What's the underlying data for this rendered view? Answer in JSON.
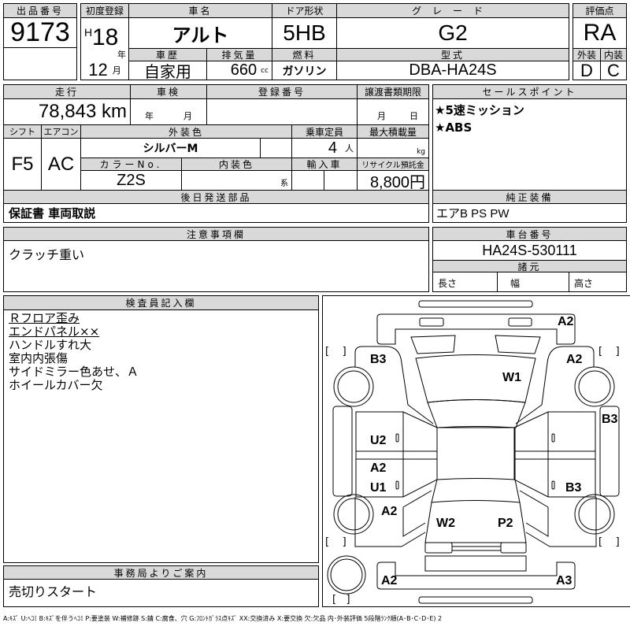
{
  "lot": {
    "header": "出品番号",
    "value": "9173"
  },
  "first_reg": {
    "header": "初度登録",
    "era": "H",
    "year": "18",
    "year_unit": "年",
    "month": "12",
    "month_unit": "月"
  },
  "car_name": {
    "header": "車名",
    "value": "アルト"
  },
  "door": {
    "header": "ドア形状",
    "value": "5HB"
  },
  "grade": {
    "header": "グレード",
    "value": "G2"
  },
  "history": {
    "header": "車歴",
    "value": "自家用"
  },
  "displacement": {
    "header": "排気量",
    "value": "660",
    "unit": "cc"
  },
  "fuel": {
    "header": "燃料",
    "value": "ガソリン"
  },
  "model": {
    "header": "型式",
    "value": "DBA-HA24S"
  },
  "score": {
    "header": "評価点",
    "value": "RA",
    "ext_header": "外装",
    "int_header": "内装",
    "ext": "D",
    "int": "C"
  },
  "mileage": {
    "header": "走行",
    "value": "78,843 km"
  },
  "inspection": {
    "header": "車検",
    "year_unit": "年",
    "month_unit": "月"
  },
  "reg_number": {
    "header": "登録番号"
  },
  "transfer": {
    "header": "譲渡書類期限",
    "month_unit": "月",
    "day_unit": "日"
  },
  "shift": {
    "header": "シフト",
    "value": "F5"
  },
  "aircon": {
    "header": "エアコン",
    "value": "AC"
  },
  "ext_color": {
    "header": "外装色",
    "value": "シルバーM"
  },
  "capacity": {
    "header": "乗車定員",
    "value": "4",
    "unit": "人"
  },
  "max_load": {
    "header": "最大積載量",
    "unit": "kg"
  },
  "color_no": {
    "header": "カラーNo.",
    "value": "Z2S"
  },
  "int_color": {
    "header": "内装色",
    "unit": "系"
  },
  "import": {
    "header": "輸入車"
  },
  "recycle": {
    "header": "リサイクル預託金",
    "value": "8,800円"
  },
  "later_parts": {
    "header": "後日発送部品",
    "value": "保証書 車両取説"
  },
  "sales_points": {
    "header": "セールスポイント",
    "items": [
      "★5速ミッション",
      "★ABS"
    ]
  },
  "equipment": {
    "header": "純正装備",
    "value": "エアB PS PW"
  },
  "notes": {
    "header": "注意事項欄",
    "value": "クラッチ重い"
  },
  "chassis": {
    "header": "車台番号",
    "value": "HA24S-530111"
  },
  "specs": {
    "header": "諸元",
    "length": "長さ",
    "width": "幅",
    "height": "高さ"
  },
  "inspector": {
    "header": "検査員記入欄",
    "lines": [
      "Ｒフロア歪み",
      "エンドパネル××",
      "ハンドルすれ大",
      "室内内張傷",
      "サイドミラー色あせ、Ａ",
      "ホイールカバー欠"
    ]
  },
  "office": {
    "header": "事務局よりご案内",
    "value": "売切りスタート"
  },
  "diagram": {
    "marks": {
      "front_bumper": "A2",
      "lf": "B3",
      "rf": "A2",
      "hood": "W1",
      "r_side": "B3",
      "u2": "U2",
      "a2_side": "A2",
      "u1": "U1",
      "rr_door": "B3",
      "lr": "A2",
      "w2": "W2",
      "p2": "P2",
      "rear_l": "A2",
      "rear_r": "A3"
    },
    "zero": "0"
  },
  "legend": "A:ｷｽﾞ U:ﾍｺﾐ B:ｷｽﾞを伴うﾍｺﾐ P:要塗装 W:補修跡 S:錆 C:腐食、穴 G:ﾌﾛﾝﾄｶﾞﾗｽ点ｷｽﾞ XX:交換済み X:要交換 欠:欠品 内･外装評価 5段階ﾗﾝｸ順(A･B･C･D･E) 2"
}
